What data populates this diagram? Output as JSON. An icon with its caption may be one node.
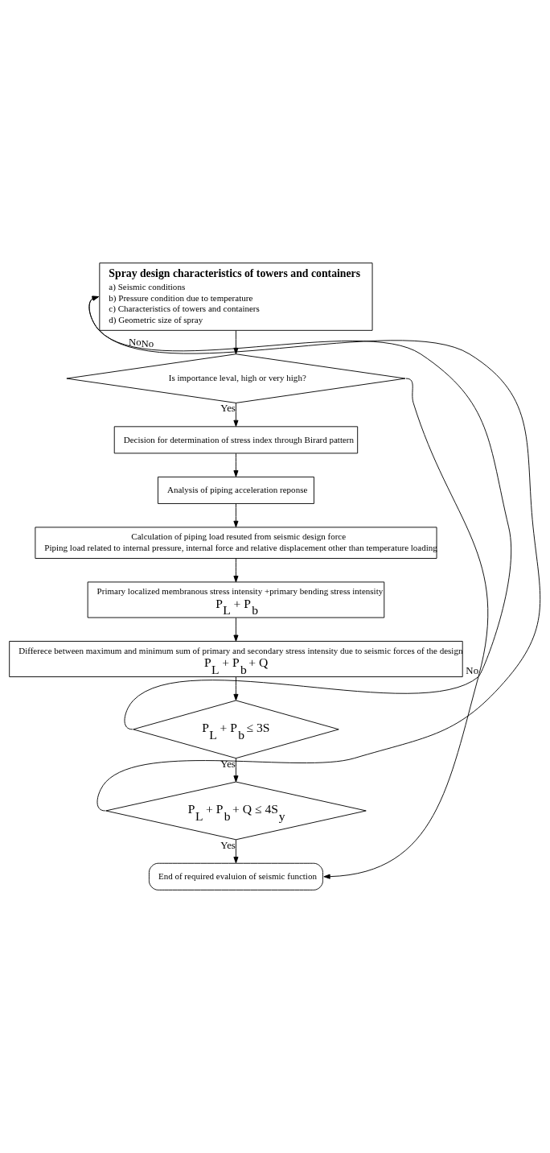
{
  "diagram": {
    "nodes": [
      {
        "text": [
          "Spray design characteristics of towers and containers",
          "a) Seismic conditions",
          "b) Pressure condition due to temperature",
          "c) Characteristics of towers and containers",
          "d) Geometric size of spray"
        ]
      },
      {
        "text": [
          "Is importance leval, high or very high?"
        ]
      },
      {
        "text": [
          "Decision for determination of stress index through Birard pattern"
        ]
      },
      {
        "text": [
          "Analysis of piping acceleration reponse"
        ]
      },
      {
        "text": [
          "Calculation of piping load resuted from seismic design force",
          "Piping load related to internal pressure, internal force and relative displacement other than temperature loading"
        ]
      },
      {
        "text": [
          "Primary localized membranous stress intensity +primary bending stress intensity",
          "P$_{L}$ + P$_{b}$"
        ]
      },
      {
        "text": [
          "Differece between maximum and minimum sum of primary and secondary stress intensity due to seismic forces of the design",
          "P$_{L}$ + P$_{b}$ + Q"
        ]
      },
      {
        "text": [
          "P$_{L}$ + P$_{b}$ ≤ 3S"
        ]
      },
      {
        "text": [
          "P$_{L}$ + P$_{b}$ + Q ≤ 4S$_{y}$"
        ]
      },
      {
        "text": [
          "End of required evaluion of seismic function"
        ]
      }
    ],
    "edges": [
      {
        "from": 0,
        "to": 1,
        "arrow": "to"
      },
      {
        "from": 1,
        "to": 2,
        "arrow": "to",
        "label": "Yes"
      },
      {
        "from": 1,
        "to": 9,
        "arrow": "to",
        "label": "No"
      },
      {
        "from": 2,
        "to": 3,
        "arrow": "to"
      },
      {
        "from": 3,
        "to": 4,
        "arrow": "to"
      },
      {
        "from": 4,
        "to": 5,
        "arrow": "to"
      },
      {
        "from": 5,
        "to": 6,
        "arrow": "to"
      },
      {
        "from": 6,
        "to": 7,
        "arrow": "to"
      },
      {
        "from": 7,
        "to": 0,
        "arrow": "to",
        "label": "No"
      },
      {
        "from": 7,
        "to": 8,
        "arrow": "to",
        "label": "Yes"
      },
      {
        "from": 8,
        "to": 0,
        "arrow": "to",
        "label": "No"
      },
      {
        "from": 8,
        "to": 9,
        "arrow": "to",
        "label": "Yes"
      }
    ]
  }
}
